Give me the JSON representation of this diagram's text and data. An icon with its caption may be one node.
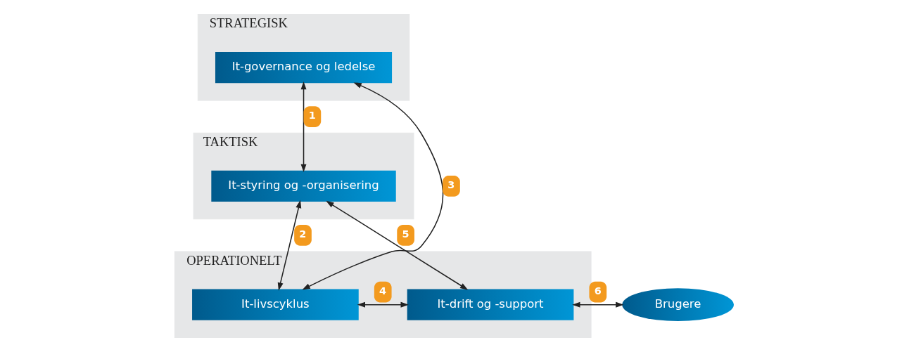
{
  "diagram": {
    "nodes": [
      {
        "text": [
          "STRATEGISK"
        ]
      },
      {
        "text": [
          "It-governance og ledelse"
        ],
        "in": 0
      },
      {
        "text": [
          "TAKTISK"
        ]
      },
      {
        "text": [
          "It-styring og -organisering"
        ],
        "in": 2
      },
      {
        "text": [
          "OPERATIONELT"
        ]
      },
      {
        "text": [
          "It-livscyklus"
        ],
        "in": 4
      },
      {
        "text": [
          "It-drift og -support"
        ],
        "in": 4
      },
      {
        "text": [
          "Brugere"
        ]
      }
    ],
    "edges": [
      {
        "from": 1,
        "to": 3,
        "arrow": "both",
        "label": "1"
      },
      {
        "from": 3,
        "to": 5,
        "arrow": "both",
        "label": "2"
      },
      {
        "from": 5,
        "to": 1,
        "arrow": "both",
        "label": "3"
      },
      {
        "from": 5,
        "to": 6,
        "arrow": "both",
        "label": "4"
      },
      {
        "from": 3,
        "to": 6,
        "arrow": "both",
        "label": "5"
      },
      {
        "from": 6,
        "to": 7,
        "arrow": "both",
        "label": "6"
      }
    ]
  }
}
